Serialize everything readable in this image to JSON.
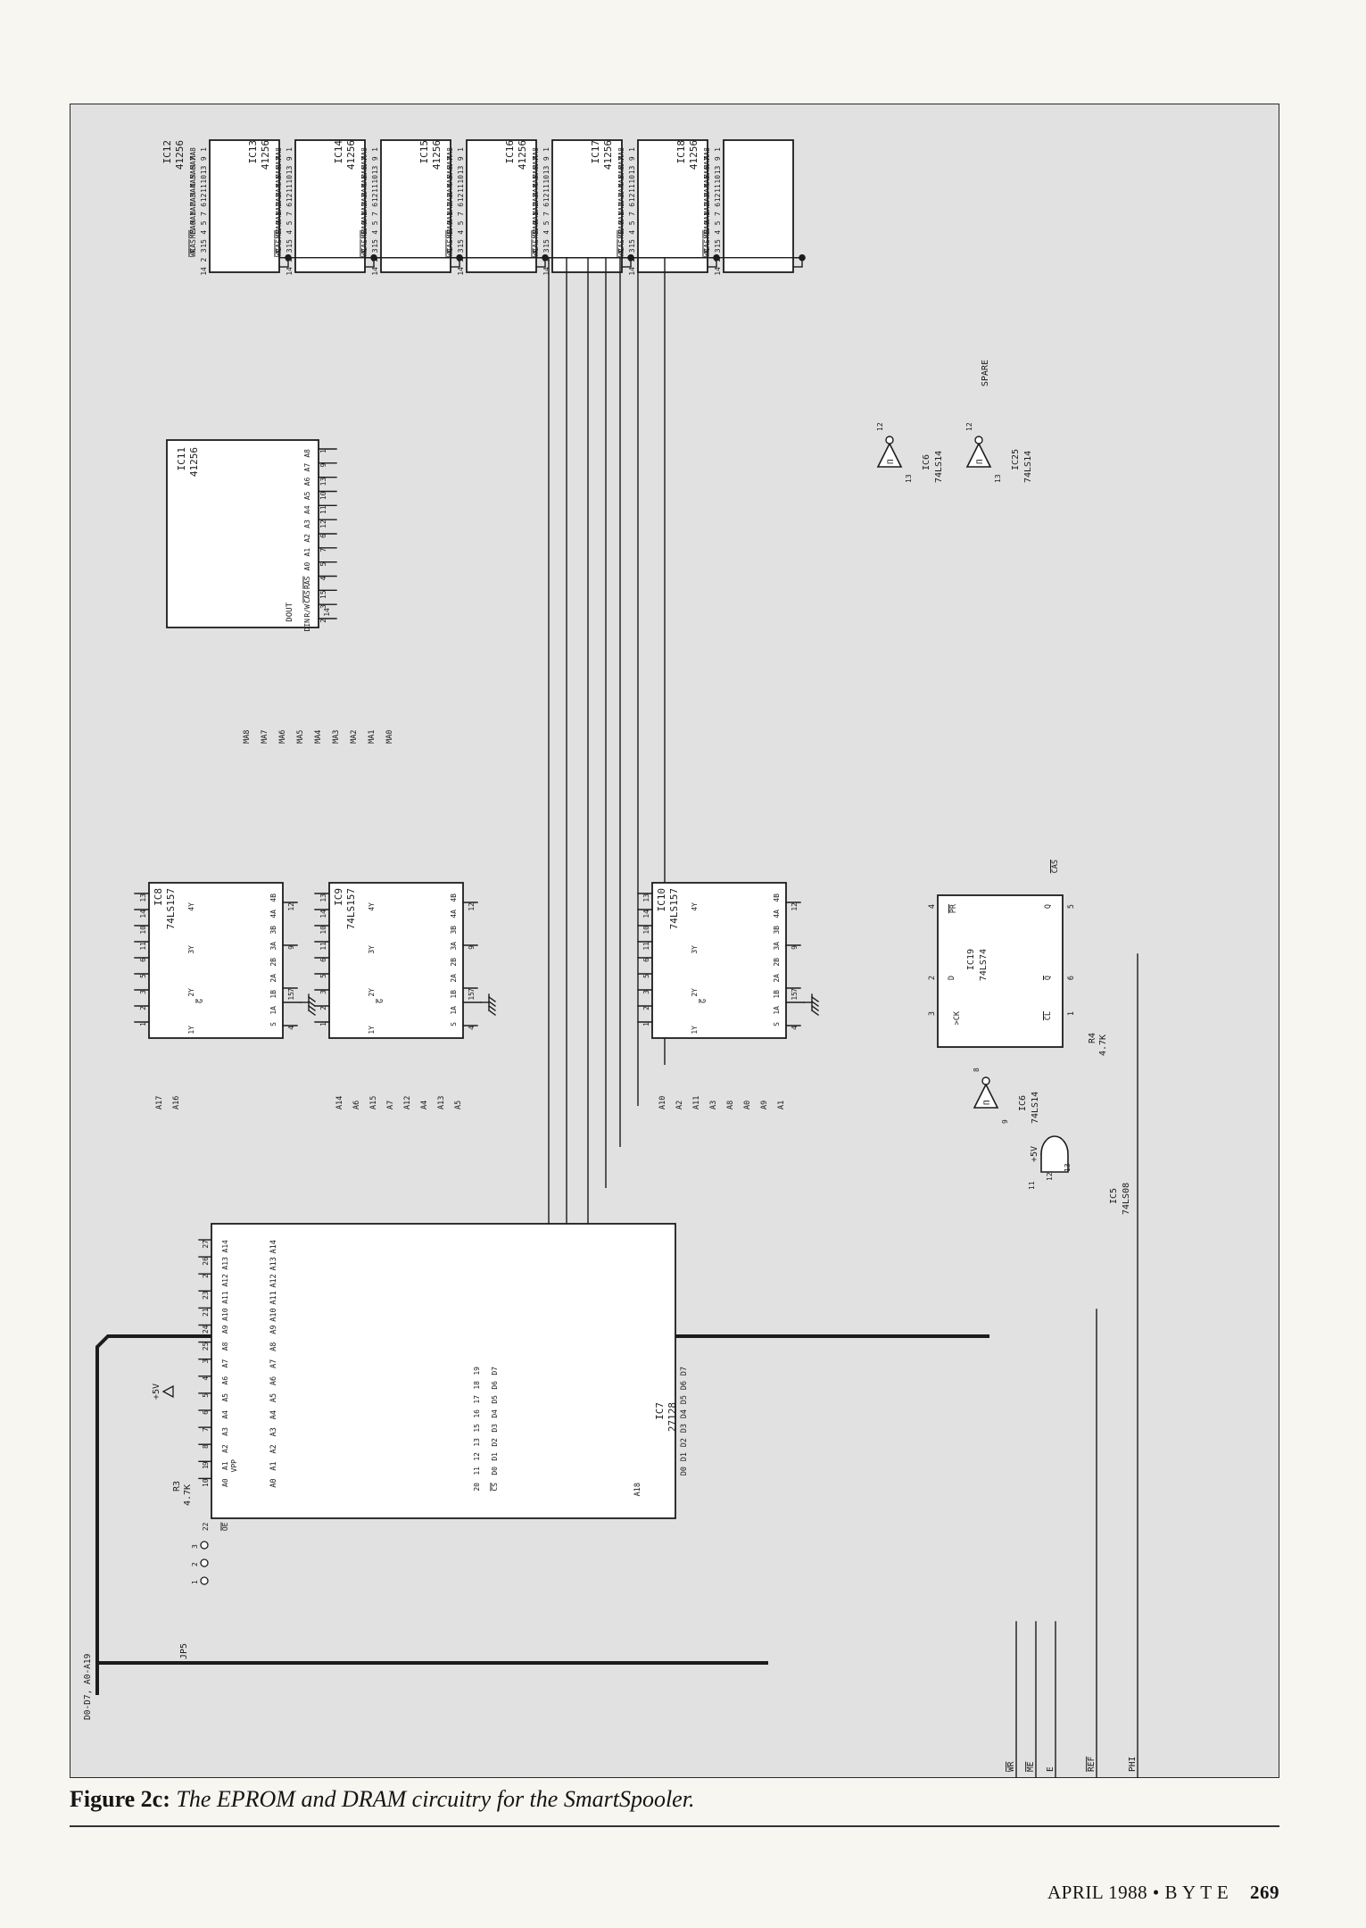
{
  "figure": {
    "caption_label": "Figure 2c:",
    "caption_text": "The EPROM and DRAM circuitry for the SmartSpooler.",
    "ink_color": "#1c1c1c",
    "paper_color": "#e1e1e1"
  },
  "footer": {
    "issue": "APRIL 1988 • B Y T E",
    "page": "269"
  },
  "bus": {
    "label": "D0-D7, A0-A19",
    "control_signals": [
      "WR",
      "ME",
      "E"
    ],
    "refresh_signal": "REF",
    "clock_signal": "PHI",
    "supply": "+5V"
  },
  "dram_chips": [
    {
      "ref": "IC12",
      "part": "41256"
    },
    {
      "ref": "IC13",
      "part": "41256"
    },
    {
      "ref": "IC14",
      "part": "41256"
    },
    {
      "ref": "IC15",
      "part": "41256"
    },
    {
      "ref": "IC16",
      "part": "41256"
    },
    {
      "ref": "IC17",
      "part": "41256"
    },
    {
      "ref": "IC18",
      "part": "41256"
    }
  ],
  "dram_pinout": [
    {
      "sig": "MA8",
      "pin": "1"
    },
    {
      "sig": "MA7",
      "pin": "9"
    },
    {
      "sig": "MA6",
      "pin": "13"
    },
    {
      "sig": "MA5",
      "pin": "10"
    },
    {
      "sig": "MA4",
      "pin": "11"
    },
    {
      "sig": "MA3",
      "pin": "12"
    },
    {
      "sig": "MA2",
      "pin": "6"
    },
    {
      "sig": "MA1",
      "pin": "7"
    },
    {
      "sig": "MA0",
      "pin": "5"
    },
    {
      "sig": "ME",
      "pin": "4"
    },
    {
      "sig": "CAS",
      "pin": "15"
    },
    {
      "sig": "WR",
      "pin": "3"
    },
    {
      "sig": "",
      "pin": "2"
    },
    {
      "sig": "",
      "pin": "14"
    }
  ],
  "ic11": {
    "ref": "IC11",
    "part": "41256",
    "pins": [
      {
        "sig": "A8",
        "pin": "1"
      },
      {
        "sig": "A7",
        "pin": "9"
      },
      {
        "sig": "A6",
        "pin": "13"
      },
      {
        "sig": "A5",
        "pin": "10"
      },
      {
        "sig": "A4",
        "pin": "11"
      },
      {
        "sig": "A3",
        "pin": "12"
      },
      {
        "sig": "A2",
        "pin": "6"
      },
      {
        "sig": "A1",
        "pin": "7"
      },
      {
        "sig": "A0",
        "pin": "5"
      },
      {
        "sig": "RAS",
        "pin": "4"
      },
      {
        "sig": "CAS",
        "pin": "15"
      },
      {
        "sig": "R/W",
        "pin": "3"
      },
      {
        "sig": "DIN",
        "pin": "2"
      }
    ],
    "dout_label": "DOUT",
    "dout_pin": "14"
  },
  "ma_nets": [
    "MA8",
    "MA7",
    "MA6",
    "MA5",
    "MA4",
    "MA3",
    "MA2",
    "MA1",
    "MA0"
  ],
  "muxes": [
    {
      "ref": "IC8",
      "part": "74LS157",
      "inputs": [
        {
          "sig": "4B",
          "pin": "13"
        },
        {
          "sig": "4A",
          "pin": "14"
        },
        {
          "sig": "3B",
          "pin": "10"
        },
        {
          "sig": "3A",
          "pin": "11"
        },
        {
          "sig": "2B",
          "pin": "6"
        },
        {
          "sig": "2A",
          "pin": "5"
        },
        {
          "sig": "1B",
          "pin": "3"
        },
        {
          "sig": "1A",
          "pin": "2"
        },
        {
          "sig": "S",
          "pin": "1"
        }
      ],
      "outputs": [
        {
          "sig": "4Y",
          "pin": "12"
        },
        {
          "sig": "3Y",
          "pin": "9"
        },
        {
          "sig": "2Y",
          "pin": "7"
        },
        {
          "sig": "1Y",
          "pin": "4"
        }
      ],
      "g_label": "G",
      "g_pin": "15",
      "nets": [
        "A17",
        "A16"
      ]
    },
    {
      "ref": "IC9",
      "part": "74LS157",
      "inputs": [
        {
          "sig": "4B",
          "pin": "13"
        },
        {
          "sig": "4A",
          "pin": "14"
        },
        {
          "sig": "3B",
          "pin": "10"
        },
        {
          "sig": "3A",
          "pin": "11"
        },
        {
          "sig": "2B",
          "pin": "6"
        },
        {
          "sig": "2A",
          "pin": "5"
        },
        {
          "sig": "1B",
          "pin": "3"
        },
        {
          "sig": "1A",
          "pin": "2"
        },
        {
          "sig": "S",
          "pin": "1"
        }
      ],
      "outputs": [
        {
          "sig": "4Y",
          "pin": "12"
        },
        {
          "sig": "3Y",
          "pin": "9"
        },
        {
          "sig": "2Y",
          "pin": "7"
        },
        {
          "sig": "1Y",
          "pin": "4"
        }
      ],
      "g_label": "G",
      "g_pin": "15",
      "nets": [
        "A14",
        "A6",
        "A15",
        "A7",
        "A12",
        "A4",
        "A13",
        "A5"
      ]
    },
    {
      "ref": "IC10",
      "part": "74LS157",
      "inputs": [
        {
          "sig": "4B",
          "pin": "13"
        },
        {
          "sig": "4A",
          "pin": "14"
        },
        {
          "sig": "3B",
          "pin": "10"
        },
        {
          "sig": "3A",
          "pin": "11"
        },
        {
          "sig": "2B",
          "pin": "6"
        },
        {
          "sig": "2A",
          "pin": "5"
        },
        {
          "sig": "1B",
          "pin": "3"
        },
        {
          "sig": "1A",
          "pin": "2"
        },
        {
          "sig": "S",
          "pin": "1"
        }
      ],
      "outputs": [
        {
          "sig": "4Y",
          "pin": "12"
        },
        {
          "sig": "3Y",
          "pin": "9"
        },
        {
          "sig": "2Y",
          "pin": "7"
        },
        {
          "sig": "1Y",
          "pin": "4"
        }
      ],
      "g_label": "G",
      "g_pin": "15",
      "nets": [
        "A10",
        "A2",
        "A11",
        "A3",
        "A8",
        "A0",
        "A9",
        "A1"
      ]
    }
  ],
  "data_nets": [
    "D7",
    "D6",
    "D5",
    "D4",
    "D3",
    "D2",
    "D1",
    "D0"
  ],
  "eprom": {
    "ref": "IC7",
    "part": "27128",
    "addr_pins": [
      {
        "sig": "A14",
        "pin": "27"
      },
      {
        "sig": "A13",
        "pin": "26"
      },
      {
        "sig": "A12",
        "pin": "2"
      },
      {
        "sig": "A11",
        "pin": "23"
      },
      {
        "sig": "A10",
        "pin": "21"
      },
      {
        "sig": "A9",
        "pin": "24"
      },
      {
        "sig": "A8",
        "pin": "25"
      },
      {
        "sig": "A7",
        "pin": "3"
      },
      {
        "sig": "A6",
        "pin": "4"
      },
      {
        "sig": "A5",
        "pin": "5"
      },
      {
        "sig": "A4",
        "pin": "6"
      },
      {
        "sig": "A3",
        "pin": "7"
      },
      {
        "sig": "A2",
        "pin": "8"
      },
      {
        "sig": "A1",
        "pin": "9"
      },
      {
        "sig": "A0",
        "pin": "10"
      }
    ],
    "oe_label": "OE",
    "oe_pin": "22",
    "vpp_label": "VPP",
    "vpp_pin": "1",
    "data_pins": [
      {
        "sig": "D7",
        "pin": "19"
      },
      {
        "sig": "D6",
        "pin": "18"
      },
      {
        "sig": "D5",
        "pin": "17"
      },
      {
        "sig": "D4",
        "pin": "16"
      },
      {
        "sig": "D3",
        "pin": "15"
      },
      {
        "sig": "D2",
        "pin": "13"
      },
      {
        "sig": "D1",
        "pin": "12"
      },
      {
        "sig": "D0",
        "pin": "11"
      }
    ],
    "cs_label": "CS",
    "cs_pin": "20",
    "cs_net": "A18",
    "bus_addr": [
      "A14",
      "A13",
      "A12",
      "A11",
      "A10",
      "A9",
      "A8",
      "A7",
      "A6",
      "A5",
      "A4",
      "A3",
      "A2",
      "A1",
      "A0"
    ]
  },
  "jumper": {
    "ref": "JP5",
    "pins": [
      "1",
      "2",
      "3"
    ]
  },
  "r3": {
    "ref": "R3",
    "value": "4.7K"
  },
  "r4": {
    "ref": "R4",
    "value": "4.7K"
  },
  "ic19": {
    "ref": "IC19",
    "part": "74LS74",
    "pr_label": "PR",
    "pr_pin": "4",
    "d_label": "D",
    "d_pin": "2",
    "ck_label": ">CK",
    "ck_pin": "3",
    "q_label": "Q",
    "q_pin": "5",
    "qbar_label": "Q",
    "qbar_pin": "6",
    "cl_label": "CL",
    "cl_pin": "1",
    "q_net": "CAS"
  },
  "ic5": {
    "ref": "IC5",
    "part": "74LS08",
    "pins": [
      "11",
      "12",
      "13"
    ]
  },
  "inverters": [
    {
      "ref": "IC6",
      "part": "74LS14",
      "in_pin": "9",
      "out_pin": "8"
    },
    {
      "ref": "IC6",
      "part": "74LS14",
      "in_pin": "13",
      "out_pin": "12"
    },
    {
      "ref": "IC25",
      "part": "74LS14",
      "in_pin": "13",
      "out_pin": "12",
      "note": "SPARE"
    }
  ]
}
